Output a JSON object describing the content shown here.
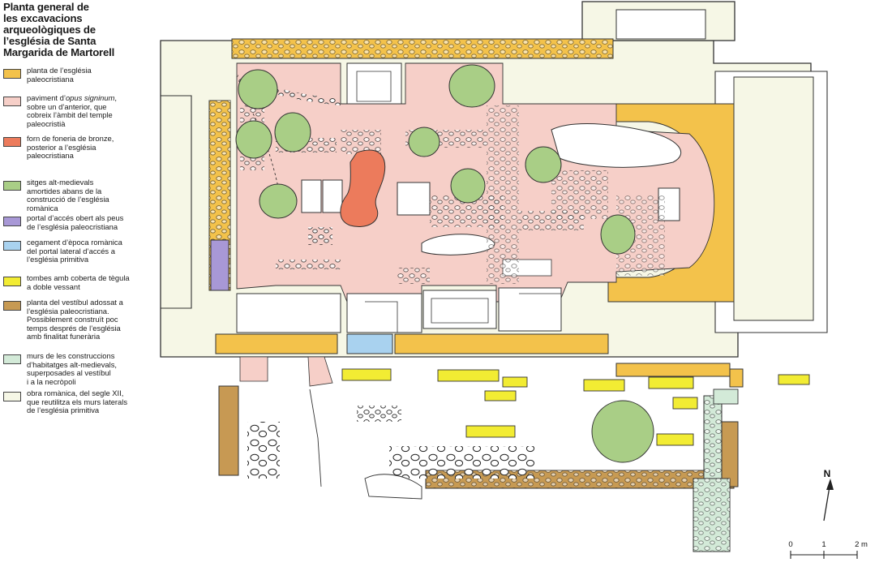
{
  "title": "Planta general  de\nles excavacions\narqueològiques de\nl’església de Santa\nMargarida de Martorell",
  "colors": {
    "paleo": "#f3c24b",
    "opus": "#f6cfc8",
    "forn": "#ec7b5c",
    "sitges": "#a9ce86",
    "portal": "#a898d6",
    "cegament": "#a9d2ef",
    "tombes": "#f2ec33",
    "vestibul": "#c79a53",
    "murs": "#d3ead8",
    "romanica": "#f6f7e6"
  },
  "legend": [
    {
      "id": "paleo",
      "label": "planta de l’església\npaleocristiana"
    },
    {
      "id": "opus",
      "label_prefix": "paviment d’",
      "label_italic": "opus signinum",
      "label_suffix": ",\nsobre un d’anterior, que\ncobreix l’àmbit del temple\npaleocristià"
    },
    {
      "id": "forn",
      "label": "forn de foneria de bronze,\nposterior a l’església\npaleocristiana"
    },
    {
      "id": "sitges",
      "label": "sitges alt-medievals\namortides abans de la\nconstrucció de l’església\nromànica"
    },
    {
      "id": "portal",
      "label": "portal d’accés obert als peus\nde l’església paleocristiana"
    },
    {
      "id": "cegament",
      "label": "cegament d’època romànica\ndel portal lateral d’accés a\nl’església primitiva"
    },
    {
      "id": "tombes",
      "label": "tombes amb coberta de tègula\na doble vessant"
    },
    {
      "id": "vestibul",
      "label": "planta del vestíbul adossat a\nl’església paleocristiana.\nPossiblement construït poc\ntemps després de l’església\namb finalitat funerària"
    },
    {
      "id": "murs",
      "label": "murs de les construccions\nd’habitatges alt-medievals,\nsuperposades al vestíbul\ni a la necròpoli"
    },
    {
      "id": "romanica",
      "label": "obra romànica, del segle XII,\nque reutilitza els murs laterals\nde l’església primitiva"
    }
  ],
  "north": {
    "label": "N"
  },
  "scale": {
    "ticks": [
      "0",
      "1",
      "2 m"
    ]
  }
}
